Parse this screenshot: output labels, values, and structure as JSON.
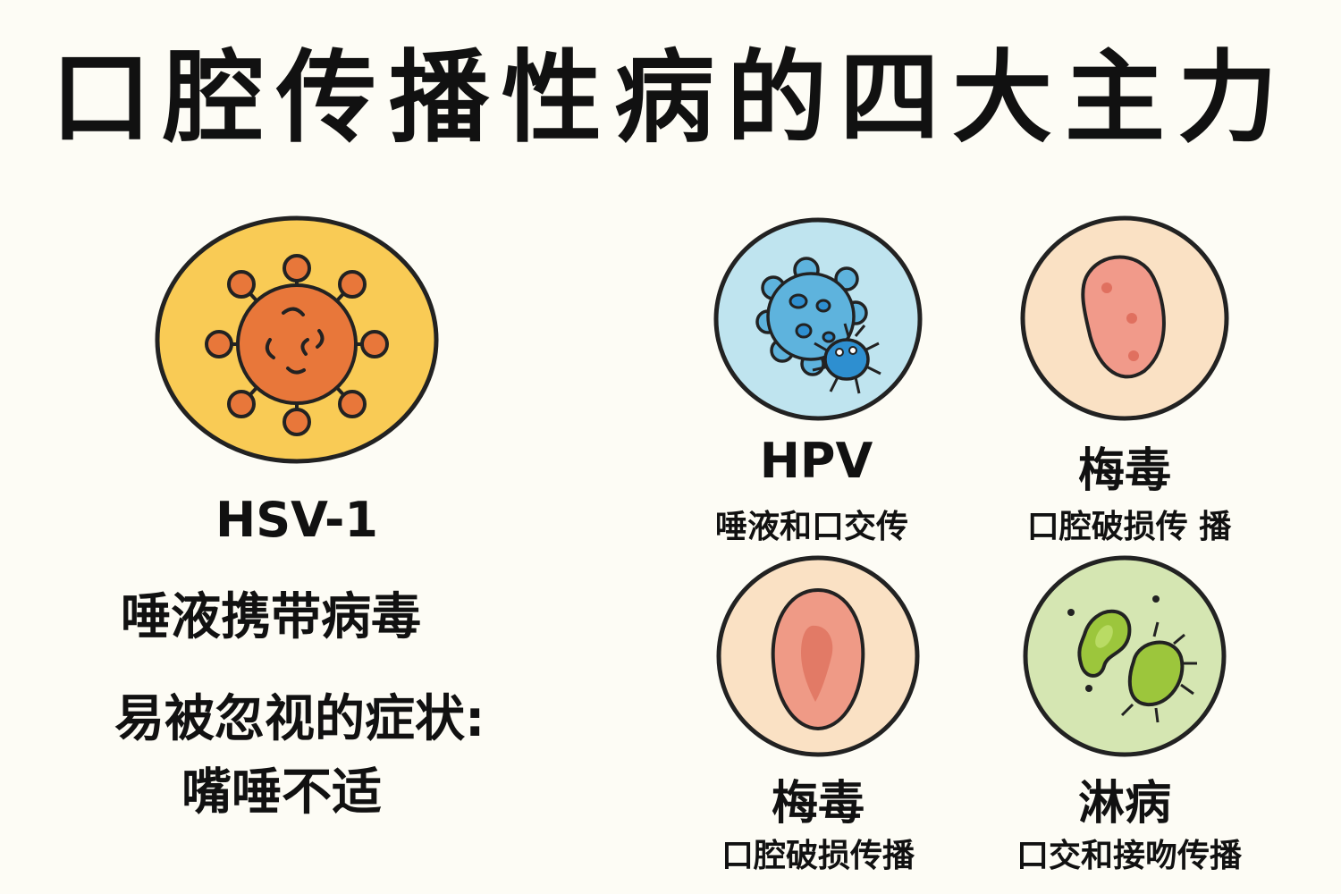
{
  "title": "口腔传播性病的四大主力",
  "hsv": {
    "name": "HSV-1",
    "line1": "唾液携带病毒",
    "line2": "易被忽视的症状:",
    "line3": "嘴唾不适",
    "icon": "virus-icon",
    "bg_color": "#f9cb55",
    "icon_color": "#e8773a"
  },
  "hpv": {
    "name": "HPV",
    "desc": "唾液和口交传",
    "icon": "virus-bug-icon",
    "bg_color": "#bfe4ef",
    "icon_color": "#2e8fd0"
  },
  "syphilis_top": {
    "name": "梅毒",
    "desc": "口腔破损传 播",
    "icon": "lesion-oval-icon",
    "bg_color": "#fae1c4",
    "icon_color": "#f19a8a"
  },
  "syphilis_bottom": {
    "name": "梅毒",
    "desc": "口腔破损传播",
    "icon": "ulcer-icon",
    "bg_color": "#fae1c4",
    "icon_color": "#ef9a86"
  },
  "gonorrhea": {
    "name": "淋病",
    "desc": "口交和接吻传播",
    "icon": "bacteria-icon",
    "bg_color": "#d5e6b2",
    "icon_color": "#9cc63c"
  }
}
